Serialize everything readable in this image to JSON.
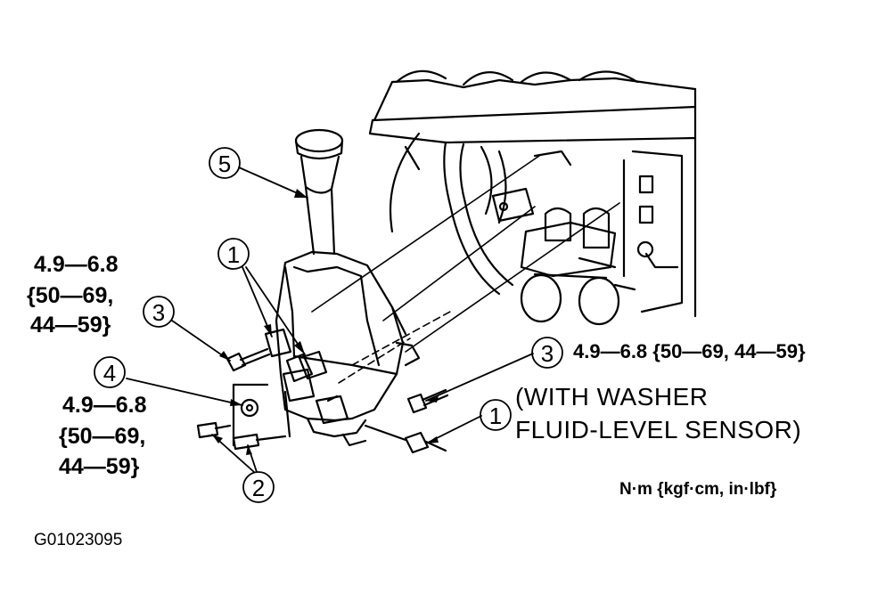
{
  "callouts": {
    "c1_top": "1",
    "c1_right": "1",
    "c2": "2",
    "c3_left": "3",
    "c3_right": "3",
    "c4": "4",
    "c5": "5"
  },
  "torque": {
    "left_top": {
      "line1": "4.9—6.8",
      "line2": "{50—69,",
      "line3": "44—59}"
    },
    "left_bottom": {
      "line1": "4.9—6.8",
      "line2": "{50—69,",
      "line3": "44—59}"
    },
    "right": "4.9—6.8 {50—69, 44—59}"
  },
  "note": {
    "line1": "(WITH WASHER",
    "line2": "FLUID-LEVEL SENSOR)"
  },
  "units": "N·m {kgf·cm, in·lbf}",
  "figure_id": "G01023095"
}
